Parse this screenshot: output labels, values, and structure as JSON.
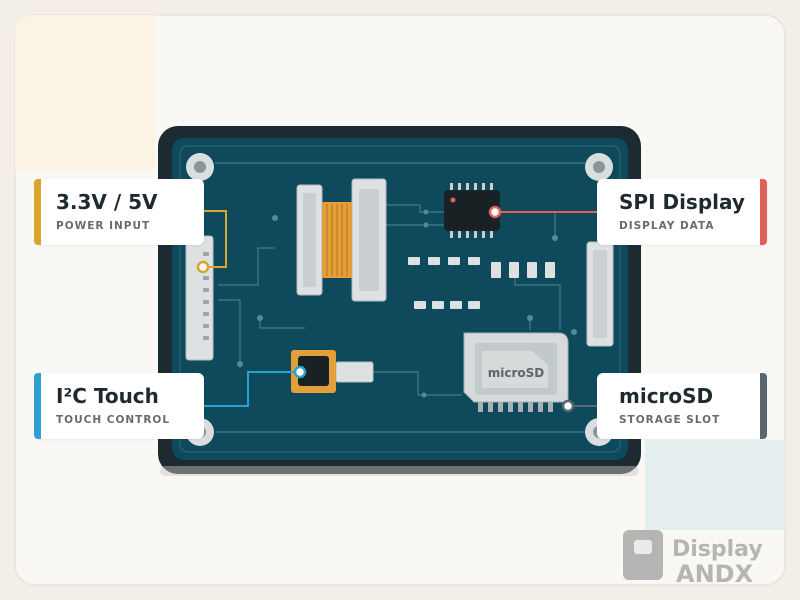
{
  "callouts": {
    "power": {
      "title": "3.3V / 5V",
      "subtitle": "POWER INPUT",
      "color": "#d9a52f"
    },
    "spi": {
      "title": "SPI Display",
      "subtitle": "DISPLAY DATA",
      "color": "#e0605a"
    },
    "i2c": {
      "title": "I²C Touch",
      "subtitle": "TOUCH CONTROL",
      "color": "#2f9fd0"
    },
    "microsd": {
      "title": "microSD",
      "subtitle": "STORAGE SLOT",
      "color": "#5a6670"
    }
  },
  "board": {
    "sd_slot_label": "microSD",
    "pcb_color": "#0f4a5c",
    "bezel_color": "#1e2a31"
  },
  "watermark": {
    "line1": "Display",
    "line2": "ANDX"
  }
}
